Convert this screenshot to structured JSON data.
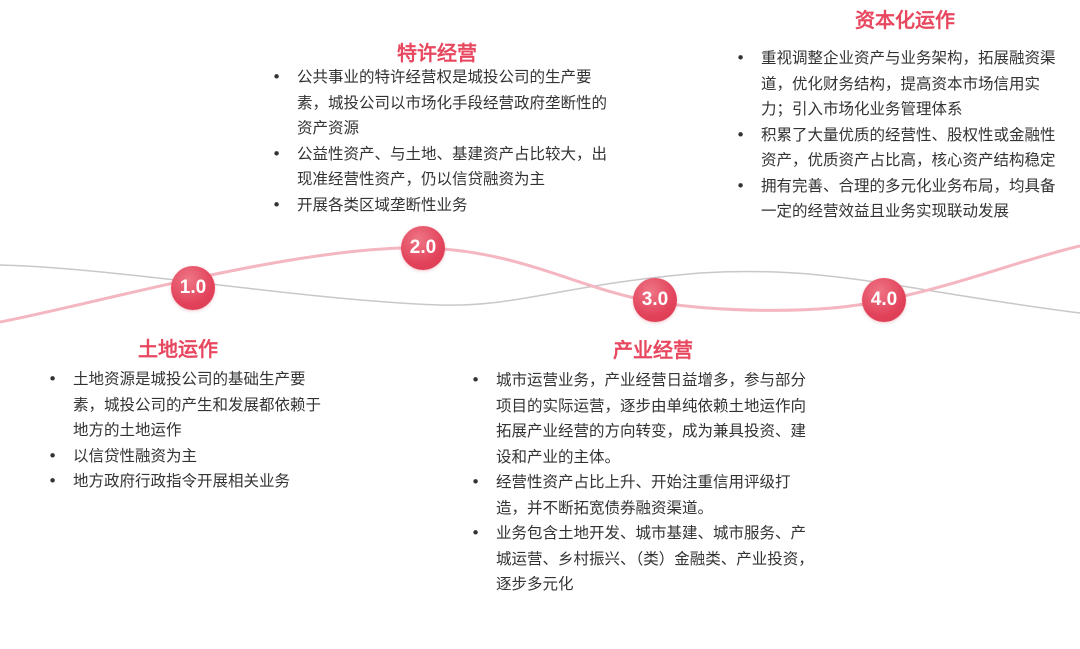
{
  "stages": [
    {
      "node": "1.0",
      "title": "土地运作",
      "items": [
        "土地资源是城投公司的基础生产要素，城投公司的产生和发展都依赖于地方的土地运作",
        "以信贷性融资为主",
        "地方政府行政指令开展相关业务"
      ]
    },
    {
      "node": "2.0",
      "title": "特许经营",
      "items": [
        "公共事业的特许经营权是城投公司的生产要素，城投公司以市场化手段经营政府垄断性的资产资源",
        "公益性资产、与土地、基建资产占比较大，出现准经营性资产，仍以信贷融资为主",
        "开展各类区域垄断性业务"
      ]
    },
    {
      "node": "3.0",
      "title": "产业经营",
      "items": [
        "城市运营业务，产业经营日益增多，参与部分项目的实际运营，逐步由单纯依赖土地运作向拓展产业经营的方向转变，成为兼具投资、建设和产业的主体。",
        "经营性资产占比上升、开始注重信用评级打造，并不断拓宽债券融资渠道。",
        "业务包含土地开发、城市基建、城市服务、产城运营、乡村振兴、（类）金融类、产业投资，逐步多元化"
      ]
    },
    {
      "node": "4.0",
      "title": "资本化运作",
      "items": [
        "重视调整企业资产与业务架构，拓展融资渠道，优化财务结构，提高资本市场信用实力；引入市场化业务管理体系",
        "积累了大量优质的经营性、股权性或金融性资产，优质资产占比高，核心资产结构稳定",
        "拥有完善、合理的多元化业务布局，均具备一定的经营效益且业务实现联动发展"
      ]
    }
  ],
  "colors": {
    "accent": "#e8485f",
    "curve_pink": "#f4b6c0",
    "curve_gray": "#c8c8c8"
  }
}
